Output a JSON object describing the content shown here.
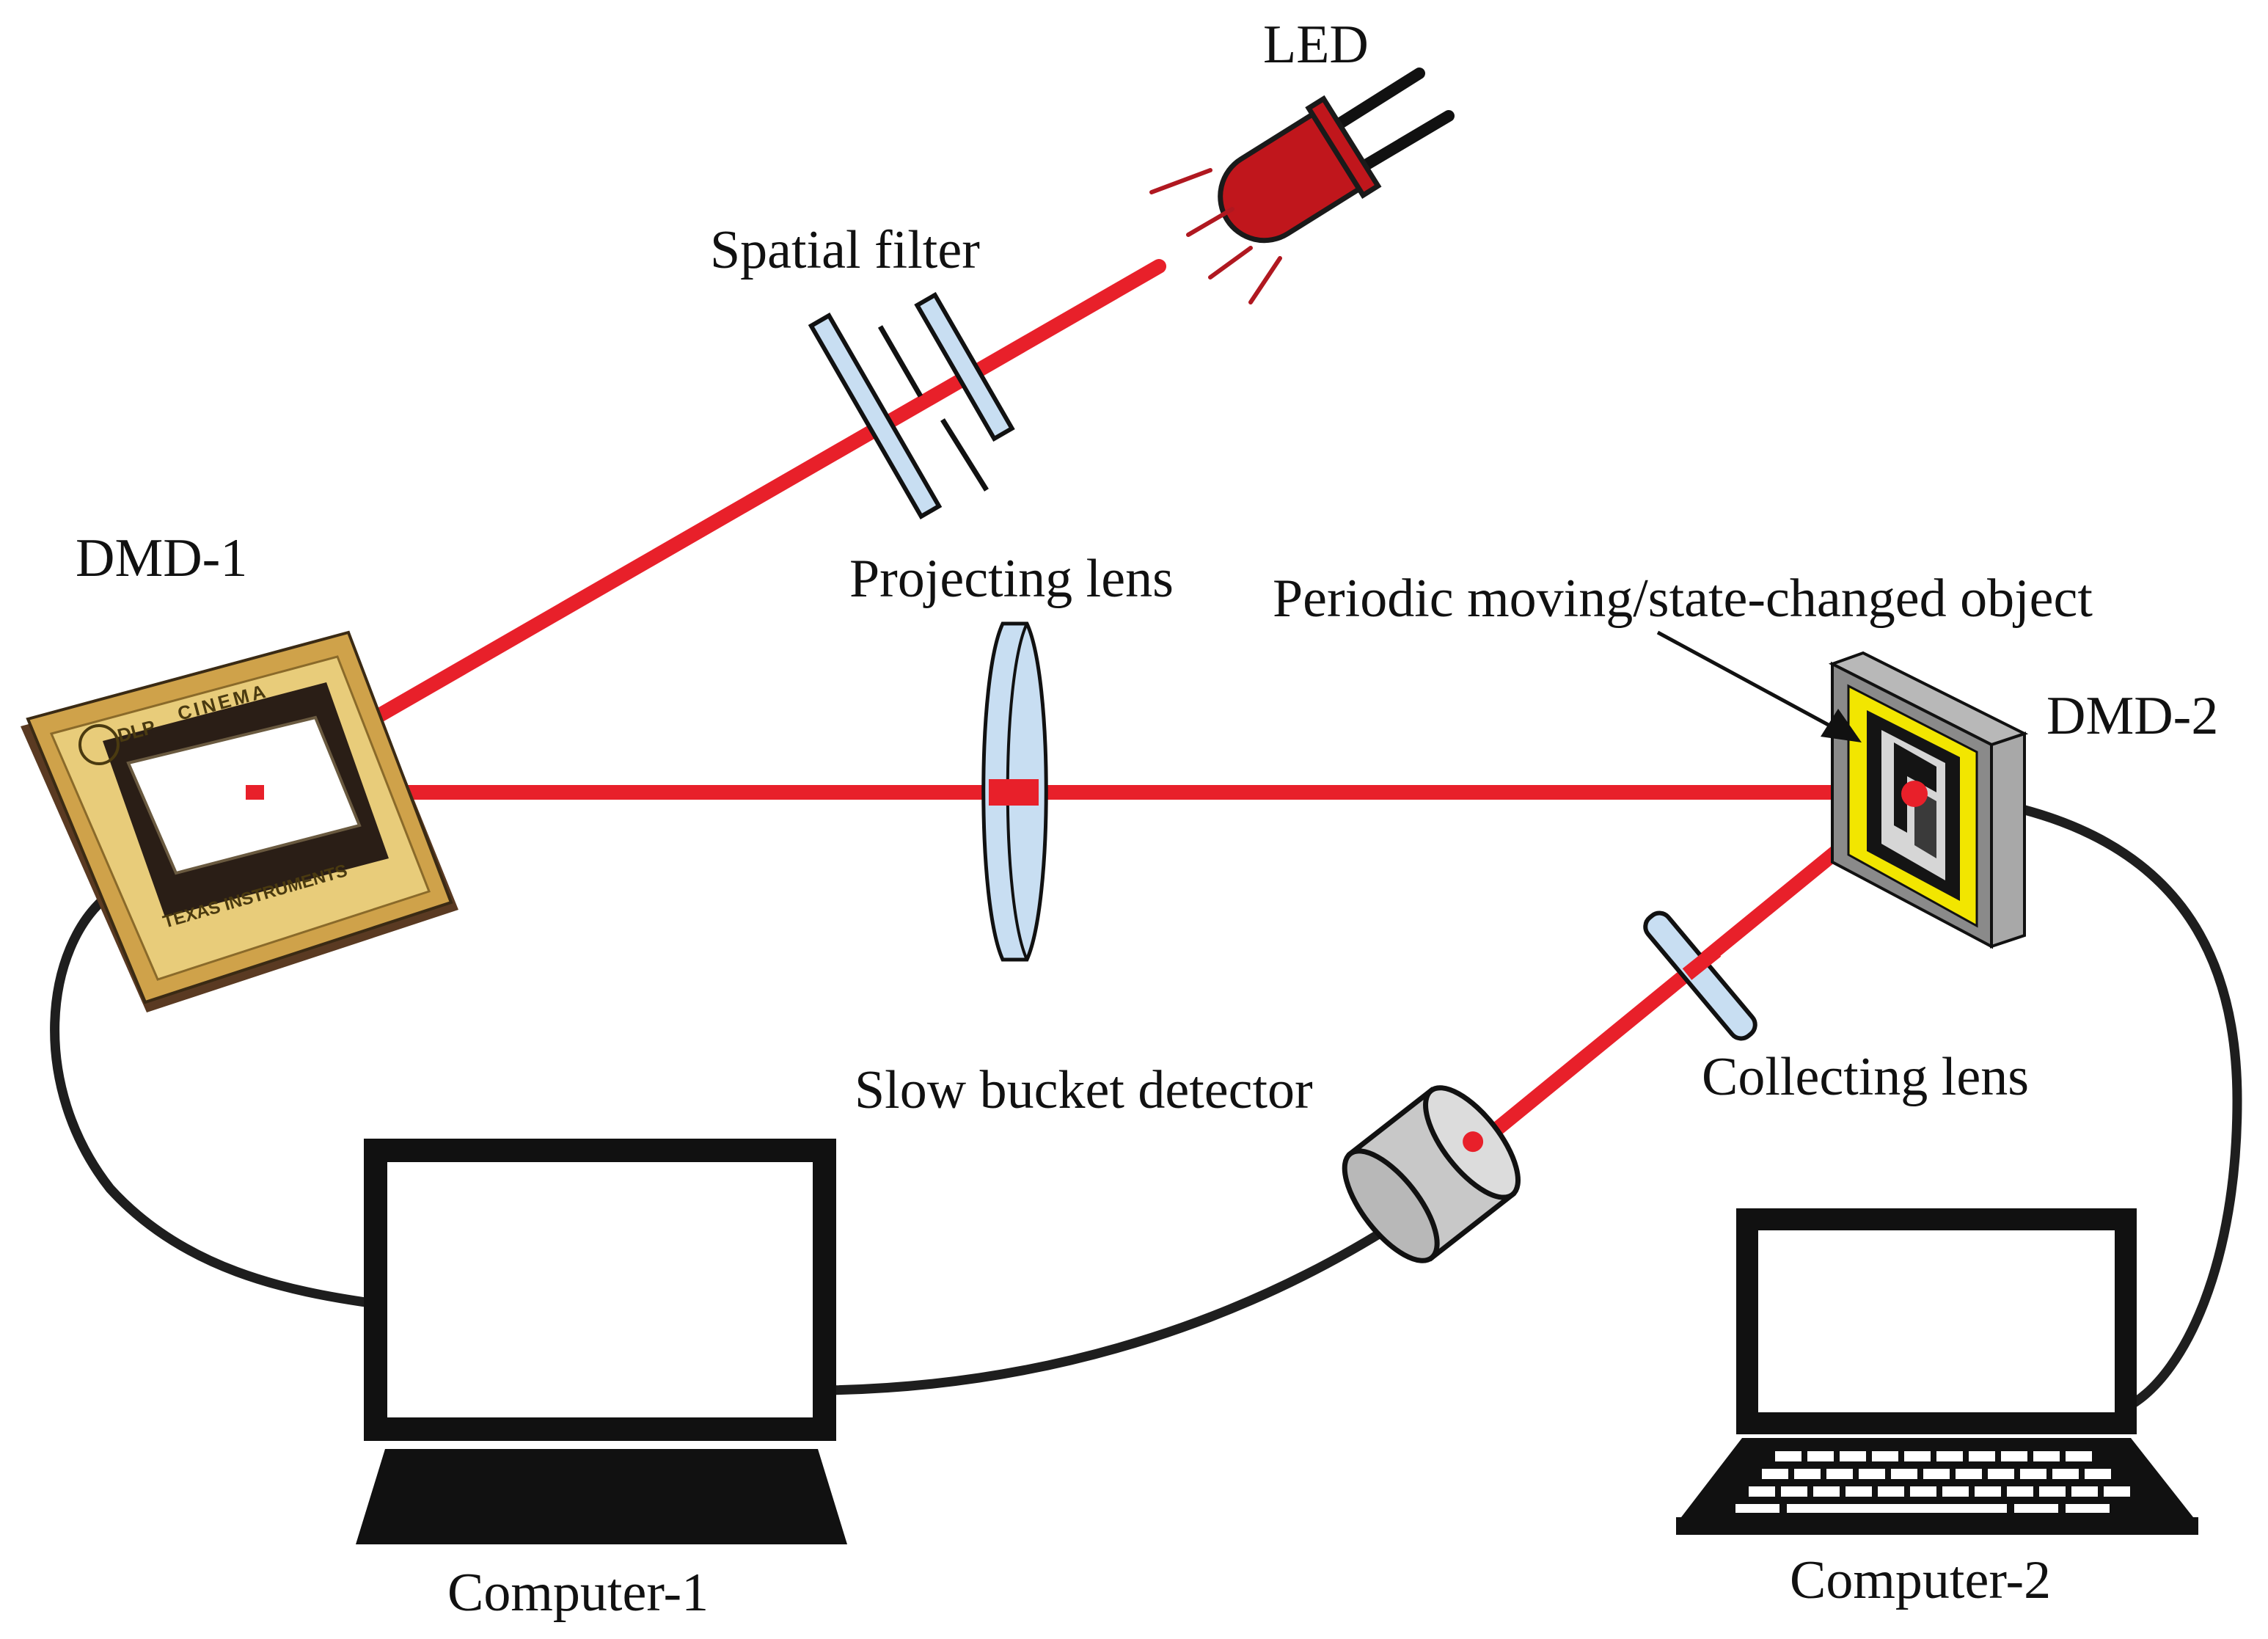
{
  "labels": {
    "led": "LED",
    "spatial_filter": "Spatial filter",
    "dmd1": "DMD-1",
    "projecting_lens": "Projecting lens",
    "periodic_object": "Periodic moving/state-changed object",
    "dmd2": "DMD-2",
    "slow_bucket_detector": "Slow bucket detector",
    "collecting_lens": "Collecting lens",
    "computer1": "Computer-1",
    "computer2": "Computer-2"
  },
  "chip_text": {
    "brand": "DLP",
    "model": "CINEMA",
    "maker": "TEXAS INSTRUMENTS"
  },
  "colors": {
    "beam": "#e8202a",
    "led_body": "#c0161c",
    "lens_fill": "#c8def2",
    "cable": "#1e1e1e",
    "dmd2_frame": "#f2e600",
    "detector_body": "#c8c8c8",
    "chip_gold": "#d9b456"
  },
  "icons": [
    "led-icon",
    "spatial-filter-icon",
    "projecting-lens-icon",
    "dmd-chip-icon",
    "dmd-device-icon",
    "collecting-lens-icon",
    "bucket-detector-icon",
    "laptop-icon",
    "laptop-keyboard-icon"
  ]
}
